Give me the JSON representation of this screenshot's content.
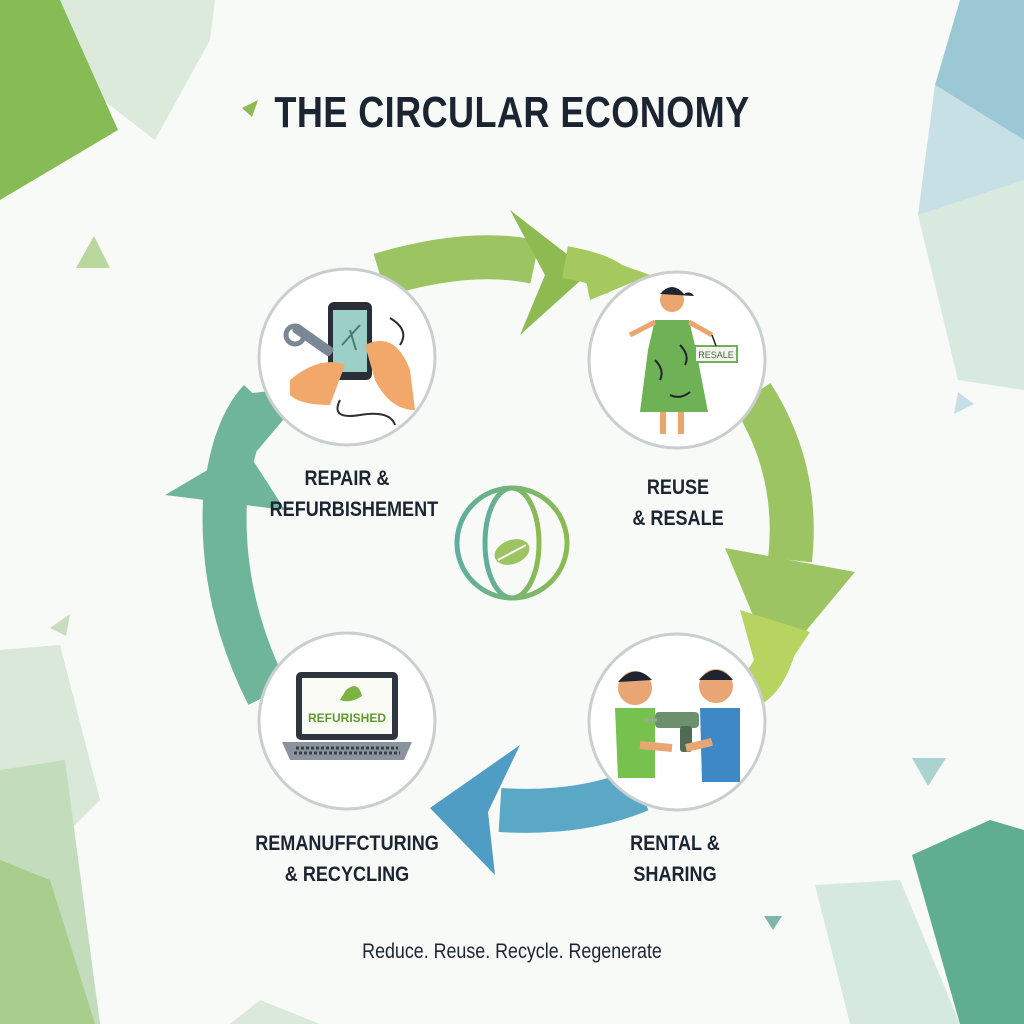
{
  "title": "THE CIRCULAR ECONOMY",
  "tagline": "Reduce. Reuse. Recycle. Regenerate",
  "stages": [
    {
      "line1": "REPAIR &",
      "line2": "REFURBISHEMENT",
      "icon": "phone-repair-icon"
    },
    {
      "line1": "REUSE",
      "line2": "& RESALE",
      "icon": "woman-selling-dress-icon",
      "sign_text": "RESALE"
    },
    {
      "line1": "RENTAL &",
      "line2": "SHARING",
      "icon": "people-sharing-drill-icon"
    },
    {
      "line1": "REMANUFFCTURING",
      "line2": "& RECYCLING",
      "icon": "refurbished-laptop-icon",
      "screen_text": "REFURISHED"
    }
  ],
  "center_icon": "globe-leaf-icon",
  "colors": {
    "title": "#1b2431",
    "green": "#8dbb51",
    "light_green": "#b6d45f",
    "teal": "#6fb59a",
    "blue": "#4f9dc4",
    "circle_border": "#c9cfcf"
  }
}
